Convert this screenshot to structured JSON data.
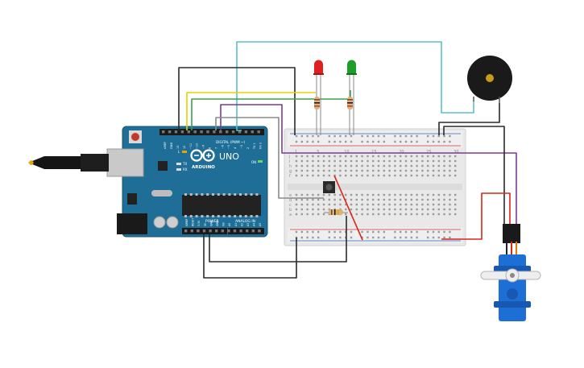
{
  "arduino": {
    "brand": "ARDUINO",
    "model": "UNO",
    "digital_label": "DIGITAL (PWM ~)",
    "power_label": "POWER",
    "analog_label": "ANALOG IN",
    "on_label": "ON",
    "tx_label": "TX",
    "rx_label": "RX",
    "l_label": "L",
    "aref_label": "AREF",
    "gnd_label": "GND",
    "digital_pins": [
      "13",
      "12",
      "~11",
      "~10",
      "~9",
      "8",
      "7",
      "~6",
      "~5",
      "4",
      "~3",
      "2",
      "TX 1",
      "RX 0"
    ],
    "power_pins": [
      "IOREF",
      "RESET",
      "3.3V",
      "5V",
      "GND",
      "GND",
      "Vin"
    ],
    "analog_pins": [
      "A0",
      "A1",
      "A2",
      "A3",
      "A4",
      "A5"
    ]
  },
  "breadboard": {
    "row_letters_top": [
      "j",
      "i",
      "h",
      "g",
      "f"
    ],
    "row_letters_bottom": [
      "e",
      "d",
      "c",
      "b",
      "a"
    ],
    "column_numbers": [
      "1",
      "5",
      "10",
      "15",
      "20",
      "25",
      "30"
    ]
  },
  "components": {
    "led_red_color": "#e02020",
    "led_green_color": "#1f9d2a",
    "buzzer_color": "#1a1a1a",
    "servo_color": "#1d6fd6"
  },
  "wire_colors": {
    "cyan": "#5bc0c8",
    "black": "#2a2a2a",
    "yellow": "#e8d000",
    "green": "#3aa14a",
    "purple": "#7a3a95",
    "gray": "#8a8a8a",
    "red": "#d8261c"
  }
}
